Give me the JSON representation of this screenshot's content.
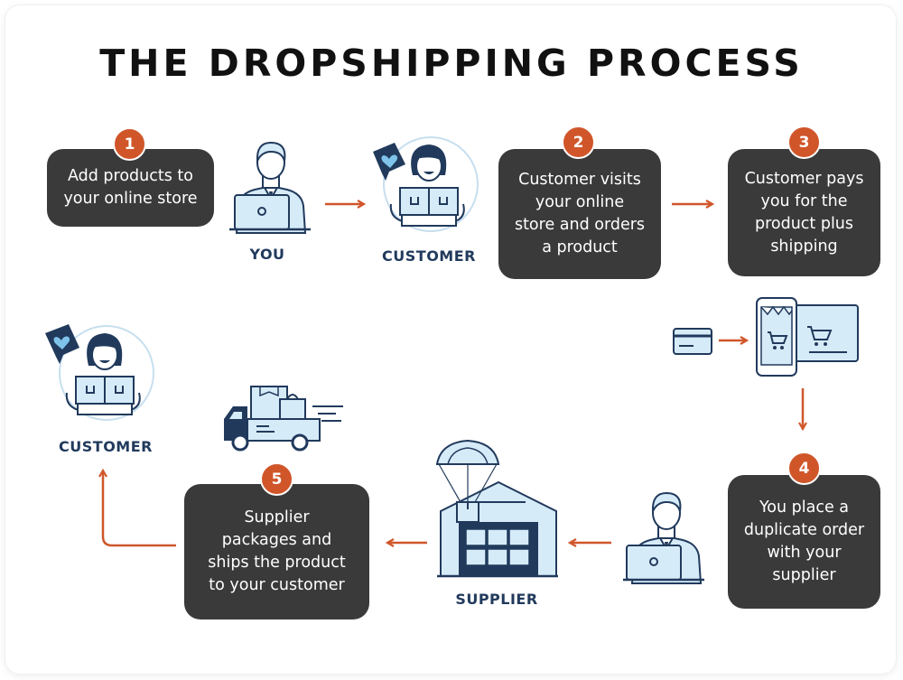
{
  "title": "THE DROPSHIPPING PROCESS",
  "steps": [
    {
      "number": "1",
      "text": "Add products to\nyour online store"
    },
    {
      "number": "2",
      "text": "Customer visits\nyour online\nstore and orders\na product"
    },
    {
      "number": "3",
      "text": "Customer pays\nyou for the\nproduct plus\nshipping"
    },
    {
      "number": "4",
      "text": "You place a\nduplicate order\nwith your\nsupplier"
    },
    {
      "number": "5",
      "text": "Supplier\npackages and\nships the product\nto your customer"
    }
  ],
  "labels": {
    "you": "YOU",
    "customer_top": "CUSTOMER",
    "customer_left": "CUSTOMER",
    "supplier": "SUPPLIER"
  },
  "colors": {
    "accent": "#d0562a",
    "box": "#3a3a3a",
    "navy": "#213a5c",
    "light_blue": "#d6ebf8"
  },
  "icons": [
    "person-laptop-icon",
    "customer-heart-icon",
    "credit-card-icon",
    "shopping-devices-icon",
    "warehouse-parachute-icon",
    "delivery-truck-icon",
    "arrow-icon"
  ]
}
